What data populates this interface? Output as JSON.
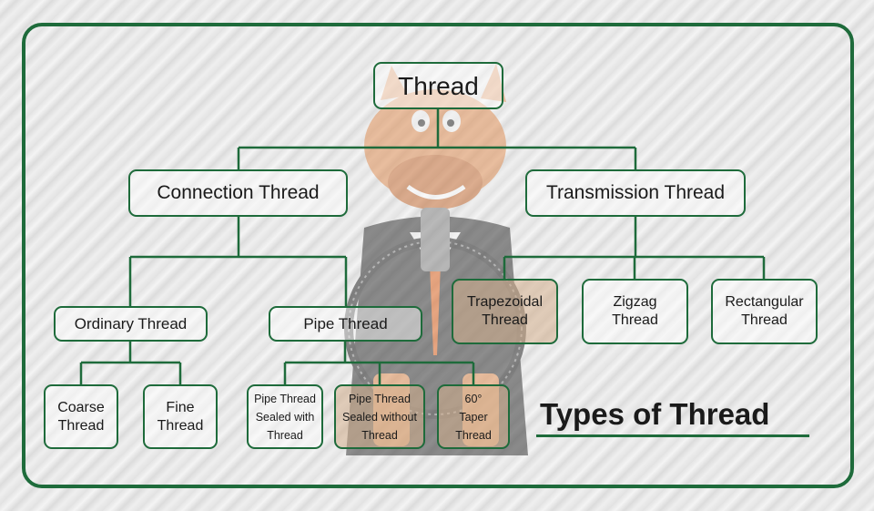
{
  "diagram": {
    "title": "Types of Thread",
    "root": "Thread",
    "nodes": {
      "connection": "Connection Thread",
      "transmission": "Transmission Thread",
      "ordinary": "Ordinary Thread",
      "pipe": "Pipe Thread",
      "trapezoidal": [
        "Trapezoidal",
        "Thread"
      ],
      "zigzag": [
        "Zigzag",
        "Thread"
      ],
      "rectangular": [
        "Rectangular",
        "Thread"
      ],
      "coarse": [
        "Coarse",
        "Thread"
      ],
      "fine": [
        "Fine",
        "Thread"
      ],
      "pipe_sealed_with": [
        "Pipe Thread",
        "Sealed with",
        "Thread"
      ],
      "pipe_sealed_without": [
        "Pipe Thread",
        "Sealed without",
        "Thread"
      ],
      "taper_60": [
        "60°",
        "Taper",
        "Thread"
      ]
    },
    "edges": [
      [
        "root",
        "connection"
      ],
      [
        "root",
        "transmission"
      ],
      [
        "connection",
        "ordinary"
      ],
      [
        "connection",
        "pipe"
      ],
      [
        "ordinary",
        "coarse"
      ],
      [
        "ordinary",
        "fine"
      ],
      [
        "pipe",
        "pipe_sealed_with"
      ],
      [
        "pipe",
        "pipe_sealed_without"
      ],
      [
        "pipe",
        "taper_60"
      ],
      [
        "transmission",
        "trapezoidal"
      ],
      [
        "transmission",
        "zigzag"
      ],
      [
        "transmission",
        "rectangular"
      ]
    ]
  },
  "colors": {
    "border": "#1e6b3b",
    "background": "#e8e8e8",
    "highlight_fill": "#d4af8c",
    "mascot": "#e0925a"
  },
  "icons": {
    "mascot": "horse-mascot-icon"
  }
}
